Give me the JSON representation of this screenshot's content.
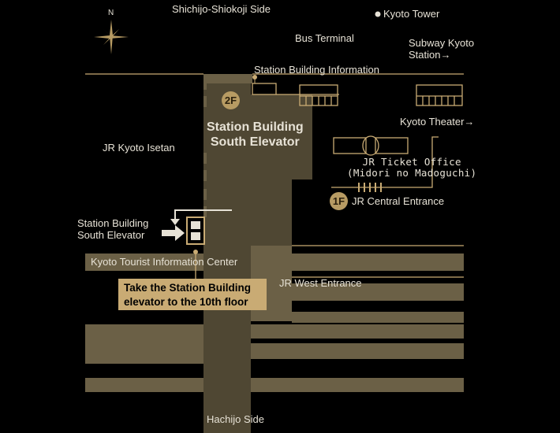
{
  "compass": {
    "label": "N"
  },
  "labels": {
    "north_side": "Shichijo-Shiokoji Side",
    "kyoto_tower": "Kyoto Tower",
    "bus_terminal": "Bus Terminal",
    "subway": "Subway Kyoto\nStation→",
    "building_info": "Station Building Information",
    "kyoto_theater": "Kyoto Theater→",
    "isetan": "JR Kyoto Isetan",
    "south_elevator_big": "Station Building\nSouth Elevator",
    "ticket_office": "JR Ticket Office\n(Midori no Madoguchi)",
    "central_entrance": "JR Central Entrance",
    "south_elevator_small": "Station Building\nSouth Elevator",
    "tourist_info": "Kyoto Tourist Information Center",
    "west_entrance": "JR West Entrance",
    "south_side": "Hachijo Side"
  },
  "floors": {
    "f2": "2F",
    "f1": "1F"
  },
  "callout": {
    "text": "Take the Station Building\nelevator to the 10th floor"
  },
  "colors": {
    "background": "#000000",
    "corridor": "#6b6046",
    "corridor_dark": "#4f4733",
    "line": "#c9ab74",
    "text": "#e7e2d6",
    "accent": "#b79b63"
  }
}
